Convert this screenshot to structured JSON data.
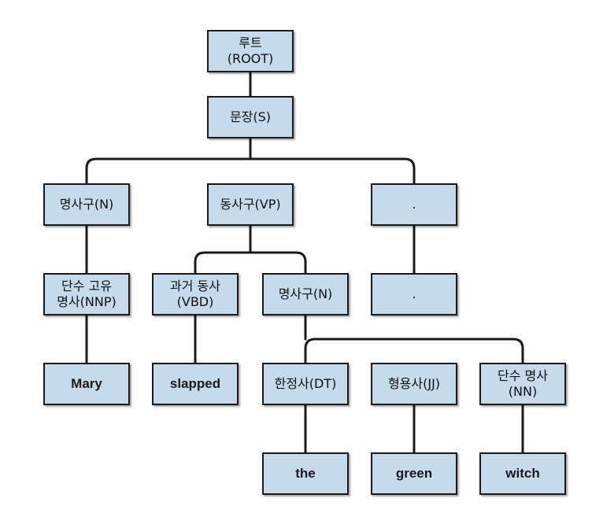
{
  "tree": {
    "root": {
      "line1": "루트",
      "line2": "(ROOT)"
    },
    "sentence": {
      "line1": "문장(S)"
    },
    "np1": {
      "line1": "명사구(N)"
    },
    "vp": {
      "line1": "동사구(VP)"
    },
    "punct1": {
      "line1": "."
    },
    "nnp": {
      "line1": "단수 고유",
      "line2": "명사(NNP)"
    },
    "vbd": {
      "line1": "과거 동사",
      "line2": "(VBD)"
    },
    "np2": {
      "line1": "명사구(N)"
    },
    "punct2": {
      "line1": "."
    },
    "mary": {
      "line1": "Mary"
    },
    "slapped": {
      "line1": "slapped"
    },
    "dt": {
      "line1": "한정사(DT)"
    },
    "jj": {
      "line1": "형용사(JJ)"
    },
    "nn": {
      "line1": "단수 명사",
      "line2": "(NN)"
    },
    "the": {
      "line1": "the"
    },
    "green": {
      "line1": "green"
    },
    "witch": {
      "line1": "witch"
    }
  },
  "colors": {
    "node_fill": "#c5daeb",
    "node_border": "#1a1a1a",
    "edge": "#1a1a1a"
  }
}
